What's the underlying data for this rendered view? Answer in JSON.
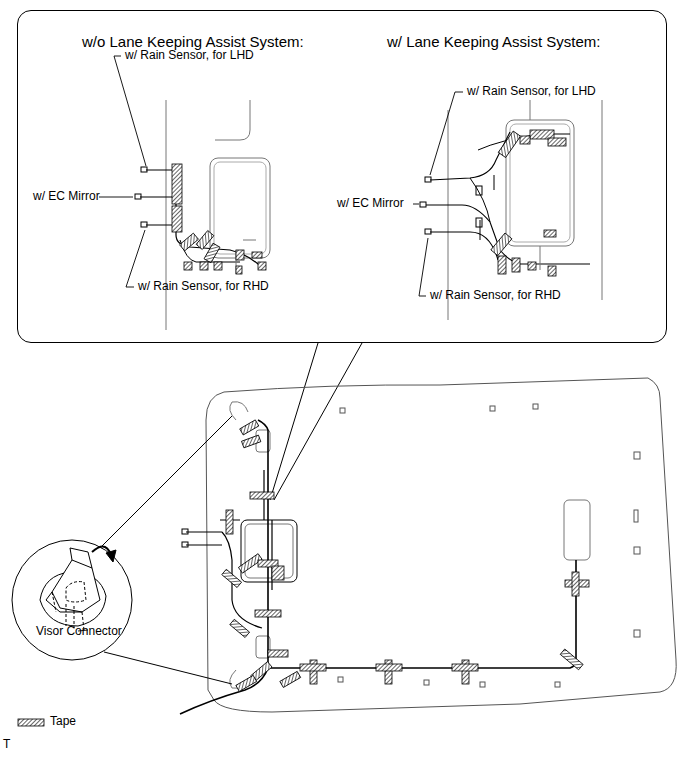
{
  "diagram": {
    "nodes": [
      {
        "text": [
          "w/o Lane Keeping Assist System:",
          "w/ Lane Keeping Assist System:"
        ]
      }
    ],
    "labels": [
      "w/ Rain Sensor, for LHD",
      "w/ EC Mirror",
      "w/ Rain Sensor, for RHD",
      "w/ Rain Sensor, for LHD",
      "w/ EC Mirror",
      "w/ Rain Sensor, for RHD",
      "Visor Connector",
      "T"
    ],
    "legend": [
      {
        "text": "Tape"
      }
    ]
  }
}
